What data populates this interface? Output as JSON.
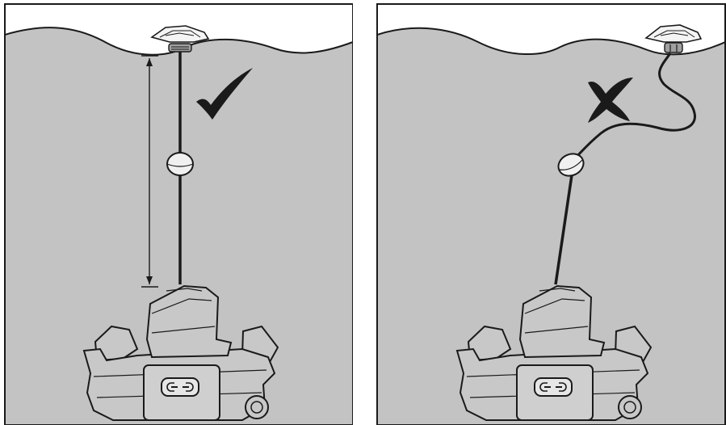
{
  "panels": [
    {
      "id": "correct",
      "verdict": "check-mark-icon",
      "subject": "pool-robot-cleaner-icon",
      "float_icon": "floating-buoy-icon",
      "cable_state": "straight-vertical",
      "has_depth_dimension": true
    },
    {
      "id": "incorrect",
      "verdict": "x-mark-icon",
      "subject": "pool-robot-cleaner-icon",
      "float_icon": "floating-buoy-icon",
      "cable_state": "slack-curved",
      "has_depth_dimension": false
    }
  ],
  "colors": {
    "water": "#c3c3c3",
    "outline": "#1a1a1a",
    "robot_fill": "#c8c8c8",
    "sky": "#ffffff",
    "mark": "#1a1a1a"
  }
}
